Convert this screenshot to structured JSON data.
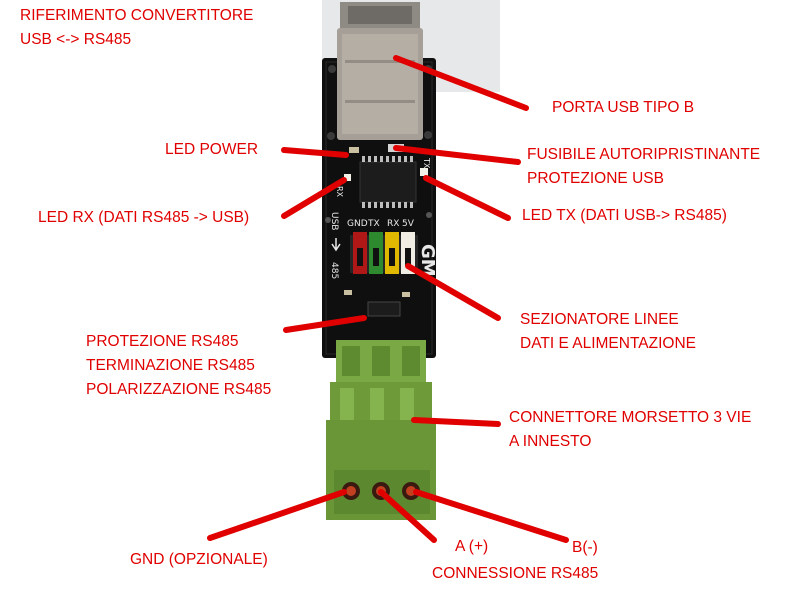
{
  "title_lines": [
    "RIFERIMENTO CONVERTITORE",
    "USB <-> RS485"
  ],
  "labels": {
    "usb_port": [
      "PORTA USB TIPO B"
    ],
    "led_power": [
      "LED POWER"
    ],
    "fuse": [
      "FUSIBILE AUTORIPRISTINANTE",
      "PROTEZIONE USB"
    ],
    "led_rx": [
      "LED RX (DATI RS485 -> USB)"
    ],
    "led_tx": [
      "LED TX (DATI USB-> RS485)"
    ],
    "switches": [
      "SEZIONATORE LINEE",
      "DATI E ALIMENTAZIONE"
    ],
    "protection": [
      "PROTEZIONE RS485",
      "TERMINAZIONE RS485",
      "POLARIZZAZIONE RS485"
    ],
    "connector": [
      "CONNETTORE MORSETTO 3 VIE",
      "A INNESTO"
    ],
    "gnd": [
      "GND (OPZIONALE)"
    ],
    "a_plus": [
      "A (+)"
    ],
    "b_minus": [
      "B(-)"
    ],
    "rs485_conn": [
      "CONNESSIONE RS485"
    ]
  },
  "pcb_silkscreen": {
    "pins": [
      "GND",
      "TX",
      "RX",
      "5V"
    ],
    "usb": "USB",
    "dir": "485",
    "brand": "GM",
    "rx": "RX",
    "tx": "TX"
  },
  "colors": {
    "label": "#e00000",
    "pcb": "#101010",
    "connector": "#6e9a3a",
    "usb_metal": "#9c968e"
  }
}
